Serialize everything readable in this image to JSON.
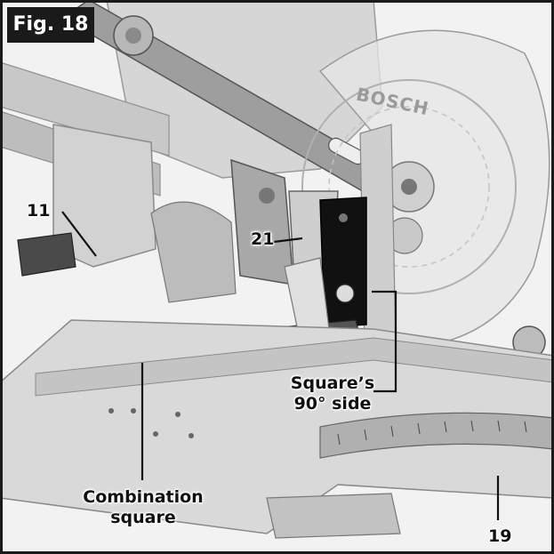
{
  "figure": {
    "tag": "Fig. 18",
    "brand": "BOSCH"
  },
  "callouts": {
    "c11": "11",
    "c21": "21",
    "c19": "19",
    "square_side_line1": "Square’s",
    "square_side_line2": "90° side",
    "combination_line1": "Combination",
    "combination_line2": "square"
  },
  "colors": {
    "frame": "#1a1a1a",
    "body_light": "#d9d9d9",
    "body_mid": "#bdbdbd",
    "body_dark": "#8a8a8a",
    "square_body": "#111111",
    "blade_guard": "#e6e6e6"
  }
}
